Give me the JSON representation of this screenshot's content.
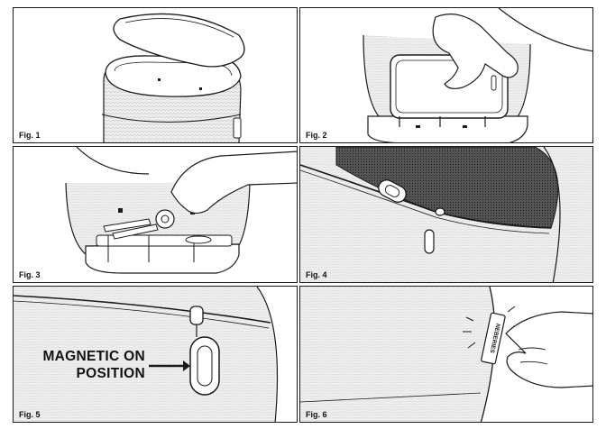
{
  "figures": [
    {
      "label": "Fig. 1"
    },
    {
      "label": "Fig. 2"
    },
    {
      "label": "Fig. 3"
    },
    {
      "label": "Fig. 4"
    },
    {
      "label": "Fig. 5"
    },
    {
      "label": "Fig. 6"
    }
  ],
  "fig5": {
    "callout_line1": "MAGNETIC ON",
    "callout_line2": "POSITION"
  },
  "fig6": {
    "tag_text": "NEBERIES"
  },
  "colors": {
    "line": "#1a1a1a",
    "mesh": "#3a3a3a",
    "fabric": "#e6e6e6",
    "background": "#ffffff"
  }
}
